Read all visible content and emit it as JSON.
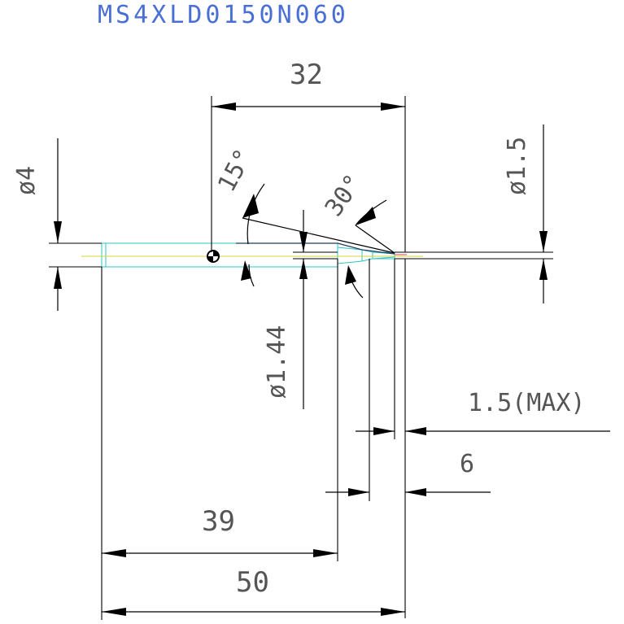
{
  "title": "MS4XLD0150N060",
  "colors": {
    "title": "#4a6fd4",
    "dimension": "#000000",
    "dimension_text": "#555555",
    "part_outline": "#2ec4c4",
    "center_line": "#d8d23a",
    "accent_line": "#d64a4a"
  },
  "dimensions": {
    "length_32": "32",
    "length_39": "39",
    "length_50": "50",
    "length_6": "6",
    "tip_max": "1.5(MAX)",
    "shank_dia": "ø4",
    "tip_dia": "ø1.5",
    "neck_dia": "ø1.44",
    "angle_15": "15°",
    "angle_30": "30°"
  }
}
